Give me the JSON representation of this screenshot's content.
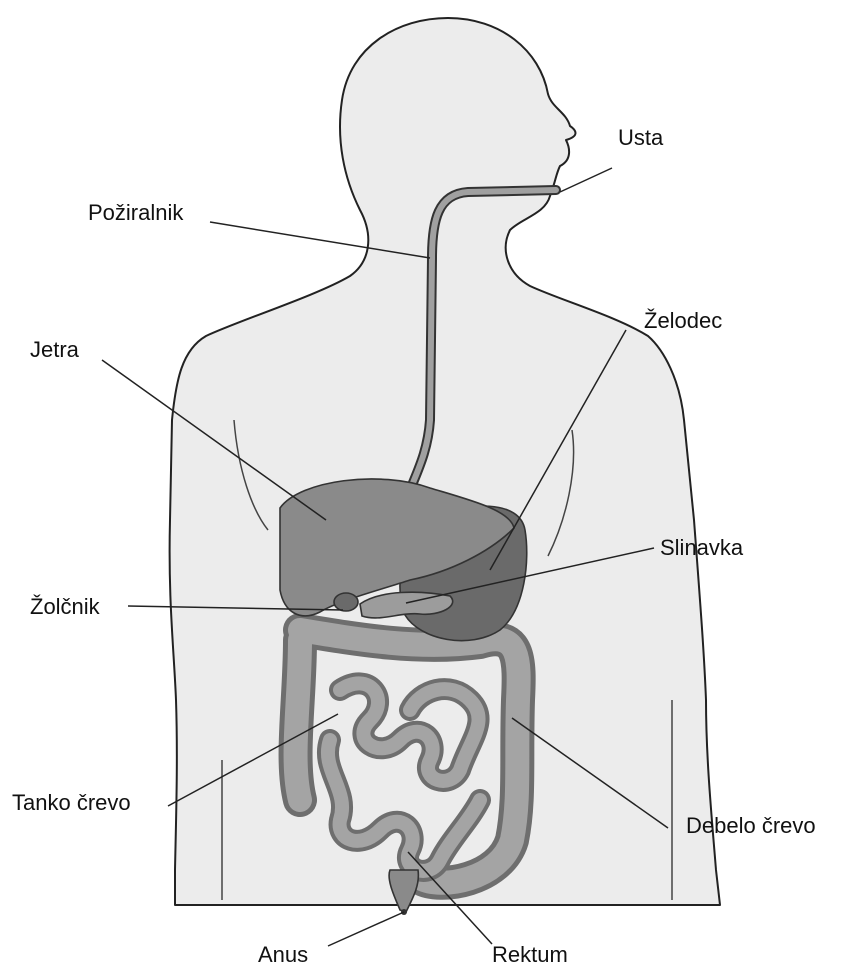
{
  "labels": {
    "mouth": "Usta",
    "esophagus": "Požiralnik",
    "stomach": "Želodec",
    "liver": "Jetra",
    "pancreas": "Slinavka",
    "gallbladder": "Žolčnik",
    "small_intestine": "Tanko črevo",
    "large_intestine": "Debelo črevo",
    "anus": "Anus",
    "rectum": "Rektum"
  },
  "colors": {
    "body_fill": "#ececec",
    "organ_fill": "#8a8a8a",
    "organ_dark": "#6a6a6a",
    "intestine_fill": "#9c9c9c",
    "esophagus": "#9a9a9a"
  }
}
